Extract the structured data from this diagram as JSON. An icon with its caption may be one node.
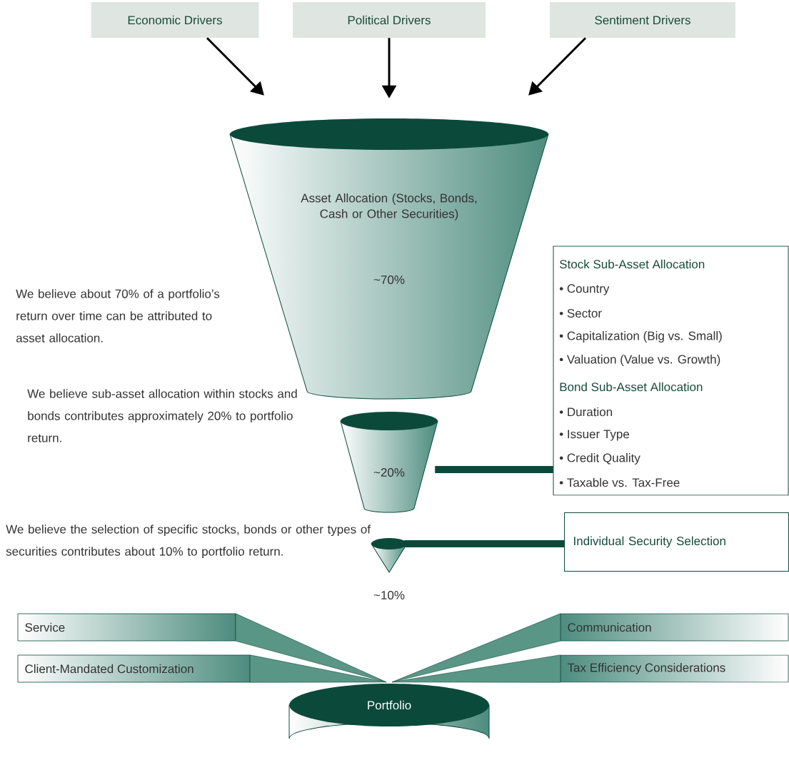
{
  "diagram": {
    "nodes": [
      {
        "text": [
          "Economic Drivers"
        ]
      },
      {
        "text": [
          "Political Drivers"
        ]
      },
      {
        "text": [
          "Sentiment Drivers"
        ]
      },
      {
        "text": [
          "Asset Allocation (Stocks, Bonds, Cash or Other Securities)",
          "~70%"
        ]
      },
      {
        "text": [
          "~20%"
        ]
      },
      {
        "text": [],
        "shape": "cone",
        "beside": [
          "~10%"
        ]
      },
      {
        "text": [
          "Stock Sub-Asset Allocation",
          "• Country",
          "• Sector",
          "• Capitalization (Big vs. Small)",
          "• Valuation (Value vs. Growth)",
          "Bond Sub-Asset Allocation",
          "• Duration",
          "• Issuer Type",
          "• Credit Quality",
          "• Taxable vs. Tax-Free"
        ]
      },
      {
        "text": [
          "Individual Security Selection"
        ]
      },
      {
        "text": [
          "Service"
        ]
      },
      {
        "text": [
          "Client-Mandated Customization"
        ]
      },
      {
        "text": [
          "Communication"
        ]
      },
      {
        "text": [
          "Tax Efficiency Considerations"
        ]
      },
      {
        "text": [
          "Portfolio"
        ]
      }
    ],
    "edges": [
      {
        "from": 0,
        "to": 3,
        "arrow": "to"
      },
      {
        "from": 1,
        "to": 3,
        "arrow": "to"
      },
      {
        "from": 2,
        "to": 3,
        "arrow": "to"
      },
      {
        "from": 4,
        "to": 6,
        "arrow": "none",
        "style": "thick",
        "color": "#0b4a3b"
      },
      {
        "from": 5,
        "to": 7,
        "arrow": "none",
        "style": "thick",
        "color": "#0b4a3b"
      },
      {
        "from": 8,
        "to": 12,
        "arrow": "none",
        "color": "#5a9686"
      },
      {
        "from": 9,
        "to": 12,
        "arrow": "none",
        "color": "#5a9686"
      },
      {
        "from": 10,
        "to": 12,
        "arrow": "none",
        "color": "#5a9686"
      },
      {
        "from": 11,
        "to": 12,
        "arrow": "none",
        "color": "#5a9686"
      }
    ],
    "labels": [
      "We believe about 70% of a portfolio’s return over time can be attributed to asset allocation.",
      "We believe sub-asset allocation within stocks and bonds contributes approximately 20% to portfolio return.",
      "We believe the selection of specific stocks, bonds or other types of securities contributes about 10% to portfolio return."
    ]
  }
}
